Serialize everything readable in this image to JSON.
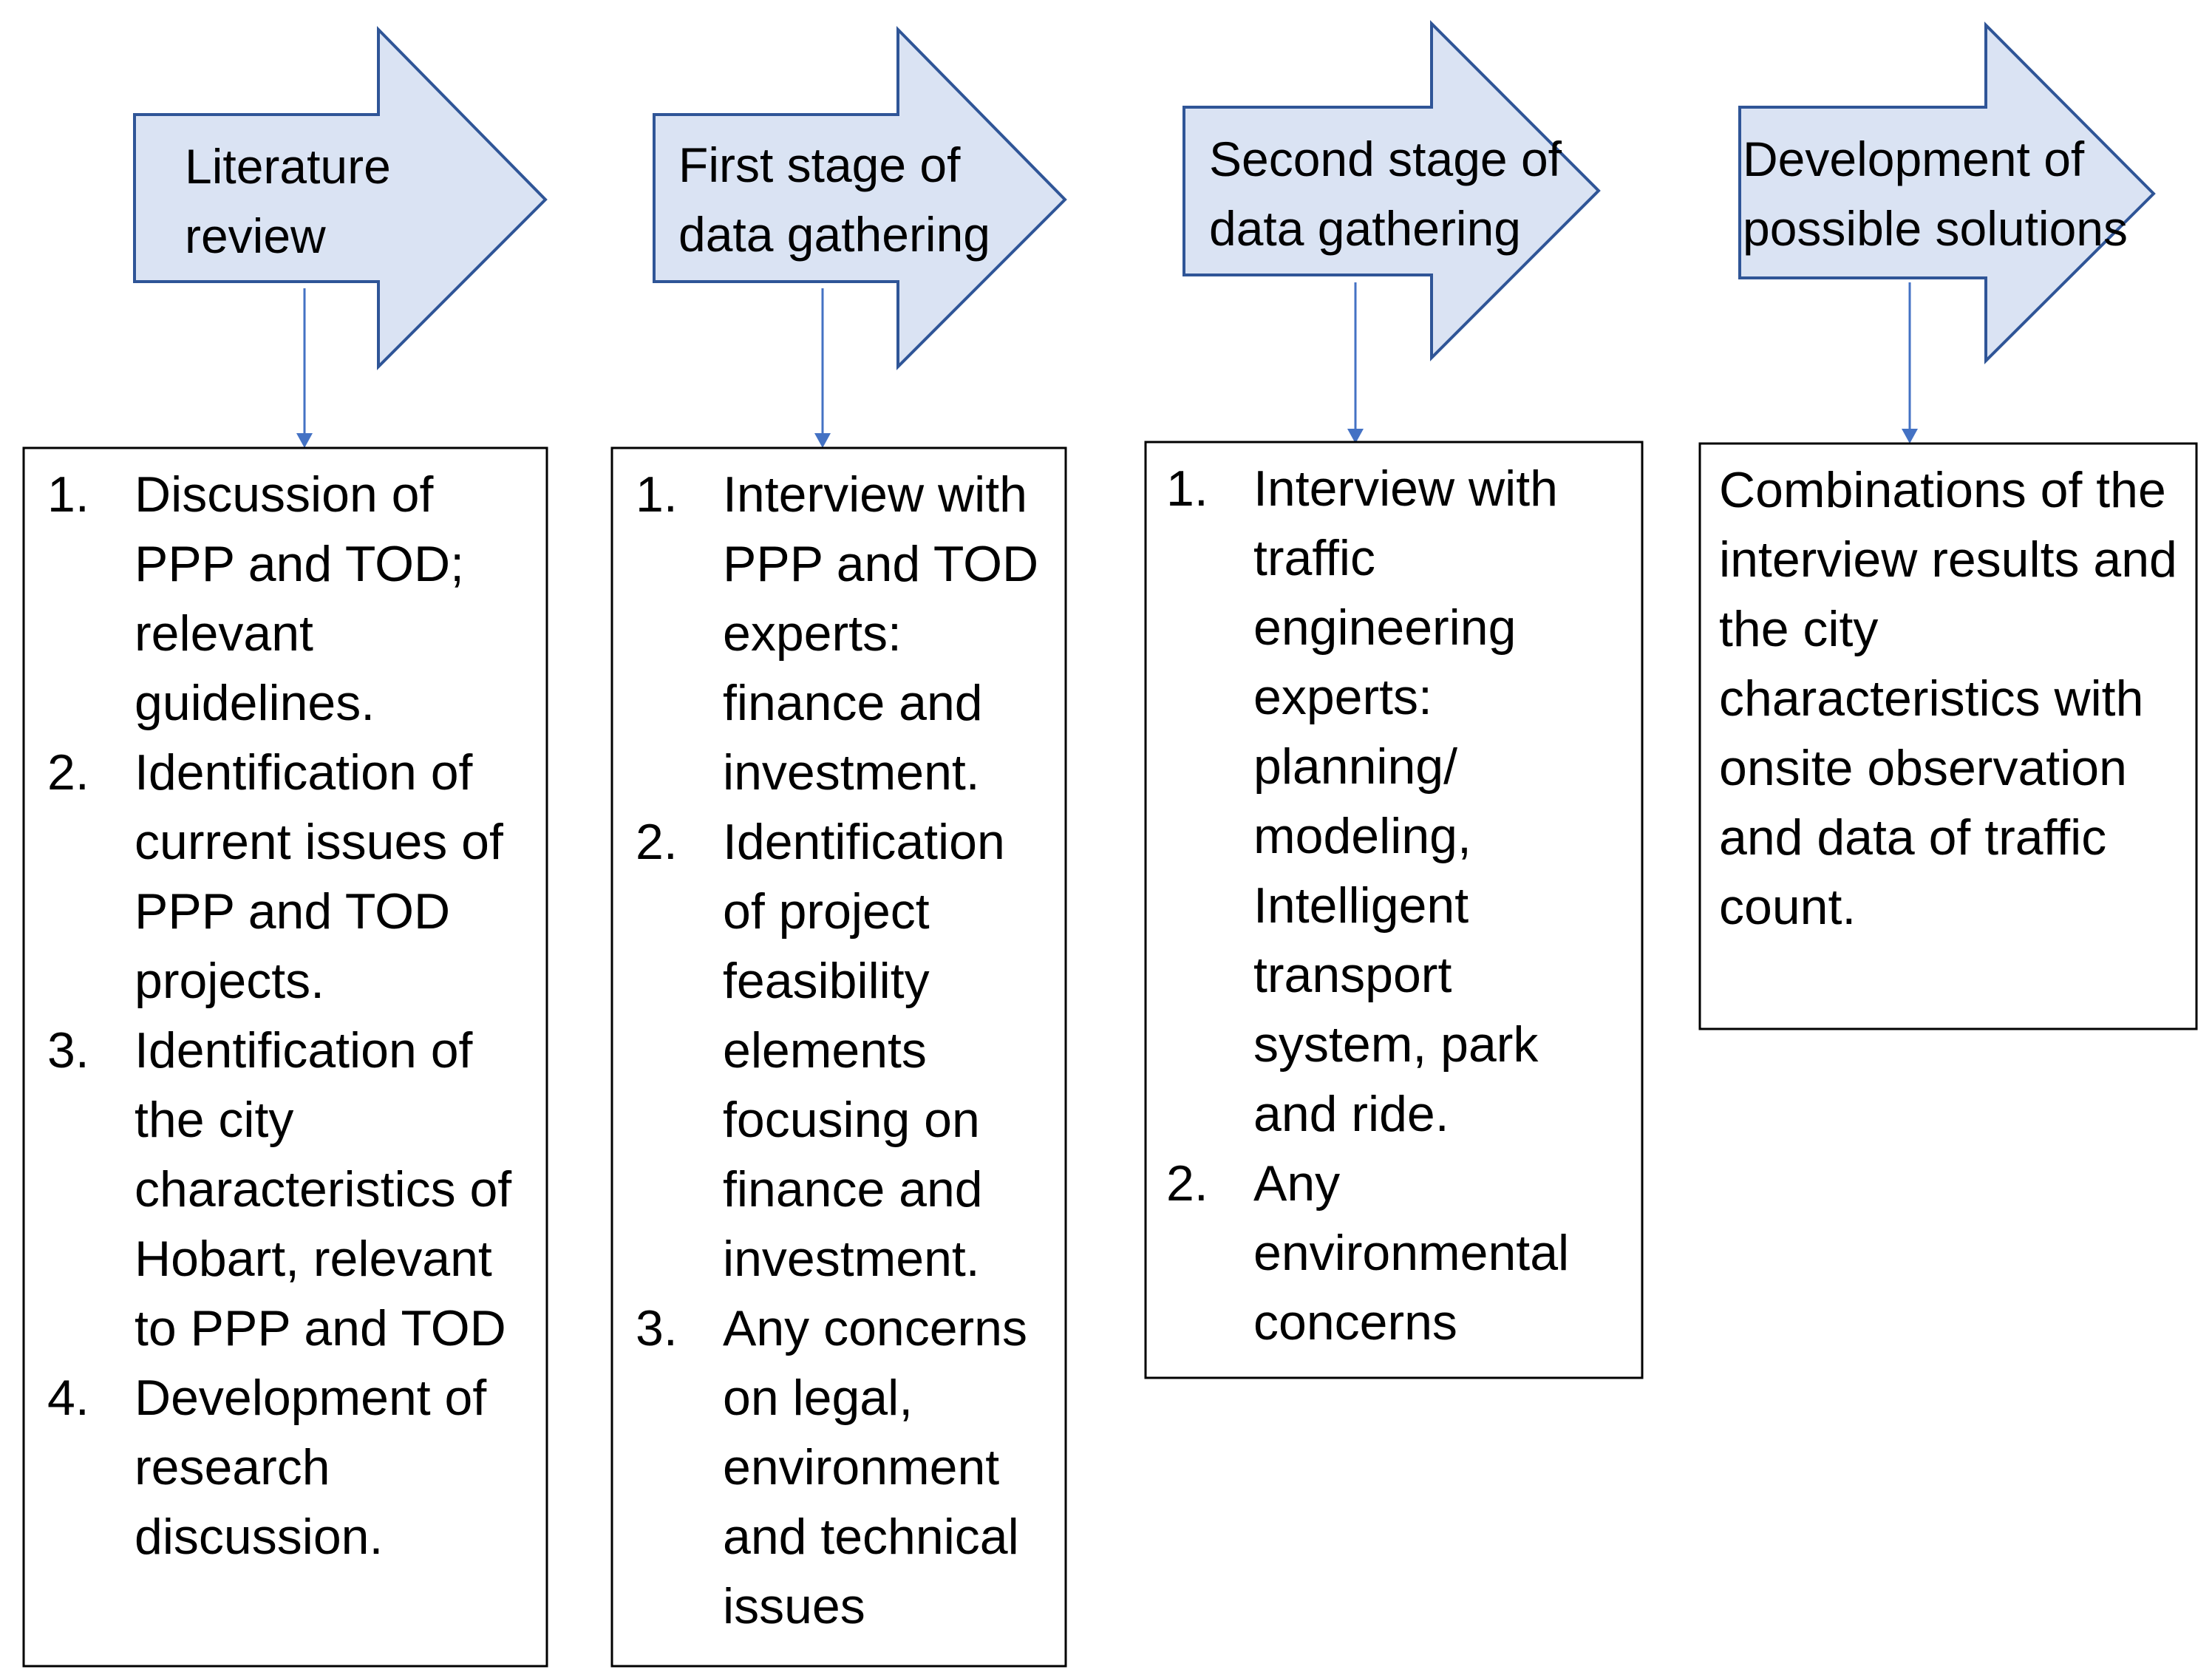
{
  "stages": [
    {
      "arrow_label": [
        "Literature",
        "review"
      ],
      "items": [
        "Discussion of PPP and TOD; relevant guidelines.",
        "Identification of current issues of PPP and TOD projects.",
        "Identification of the city characteristics of Hobart, relevant to PPP and TOD",
        "Development of research discussion."
      ]
    },
    {
      "arrow_label": [
        "First stage of",
        "data gathering"
      ],
      "items": [
        "Interview with PPP and TOD experts: finance and investment.",
        "Identification of project feasibility elements focusing on finance and investment.",
        "Any concerns on legal, environment and technical issues"
      ]
    },
    {
      "arrow_label": [
        "Second stage of",
        "data gathering"
      ],
      "items": [
        "Interview with traffic engineering experts: planning/ modeling, Intelligent transport system, park and ride.",
        "Any environmental concerns"
      ]
    },
    {
      "arrow_label": [
        "Development of",
        "possible solutions"
      ],
      "text": "Combinations of the interview results and the city characteristics with onsite observation and data of traffic count."
    }
  ],
  "item_numbers": [
    "1.",
    "2.",
    "3.",
    "4."
  ],
  "colors": {
    "arrow_fill": "#dae3f3",
    "arrow_stroke": "#2f5597",
    "connector": "#4472c4",
    "box_stroke": "#000000"
  }
}
